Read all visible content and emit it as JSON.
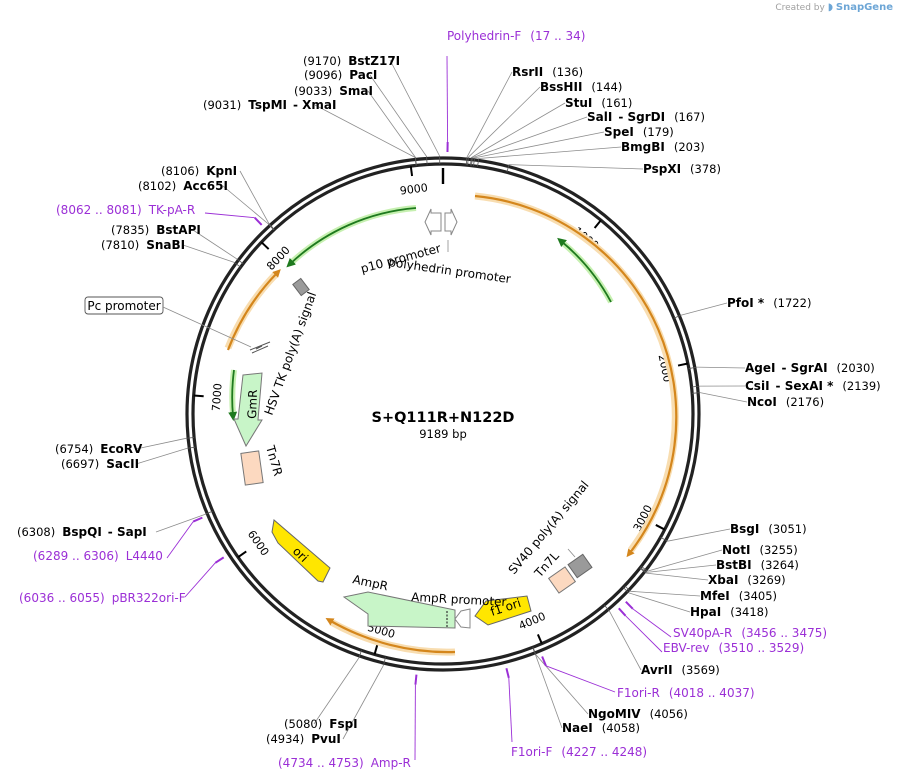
{
  "branding": {
    "prefix": "Created by",
    "logo": "SnapGene"
  },
  "map": {
    "title": "S+Q111R+N122D",
    "length_label": "9189 bp",
    "length": 9189,
    "colors": {
      "backbone": "#222222",
      "primer": "#9b2fd6",
      "orf_outline": "#f0c070",
      "orf_arrow": "#d4861c",
      "promoter": "#1e7a1e",
      "promoter_glow": "#c6f0b0",
      "ori": "#ffe600",
      "resistance": "#c8f5c8",
      "terminator": "#9a9a9a",
      "tn7": "#fcd9c0"
    },
    "ticks": [
      {
        "label": "1000",
        "pos": 1000
      },
      {
        "label": "2000",
        "pos": 2000
      },
      {
        "label": "3000",
        "pos": 3000
      },
      {
        "label": "4000",
        "pos": 4000
      },
      {
        "label": "5000",
        "pos": 5000
      },
      {
        "label": "6000",
        "pos": 6000
      },
      {
        "label": "7000",
        "pos": 7000
      },
      {
        "label": "8000",
        "pos": 8000
      },
      {
        "label": "9000",
        "pos": 9000
      }
    ],
    "sites": [
      {
        "name": "BstZ17I",
        "pos": "(9170)",
        "position": 9170
      },
      {
        "name": "PacI",
        "pos": "(9096)",
        "position": 9096
      },
      {
        "name": "SmaI",
        "pos": "(9033)",
        "position": 9033
      },
      {
        "name": "TspMI",
        "name2": "XmaI",
        "pos": "(9031)",
        "position": 9031
      },
      {
        "name": "RsrII",
        "pos": "(136)",
        "position": 136
      },
      {
        "name": "BssHII",
        "pos": "(144)",
        "position": 144
      },
      {
        "name": "StuI",
        "pos": "(161)",
        "position": 161
      },
      {
        "name": "SalI",
        "name2": "SgrDI",
        "pos": "(167)",
        "position": 167
      },
      {
        "name": "SpeI",
        "pos": "(179)",
        "position": 179
      },
      {
        "name": "BmgBI",
        "pos": "(203)",
        "position": 203
      },
      {
        "name": "PspXI",
        "pos": "(378)",
        "position": 378
      },
      {
        "name": "KpnI",
        "pos": "(8106)",
        "position": 8106
      },
      {
        "name": "Acc65I",
        "pos": "(8102)",
        "position": 8102
      },
      {
        "name": "BstAPI",
        "pos": "(7835)",
        "position": 7835
      },
      {
        "name": "SnaBI",
        "pos": "(7810)",
        "position": 7810
      },
      {
        "name": "PfoI *",
        "pos": "(1722)",
        "position": 1722
      },
      {
        "name": "AgeI",
        "name2": "SgrAI",
        "pos": "(2030)",
        "position": 2030
      },
      {
        "name": "CsiI",
        "name2": "SexAI *",
        "pos": "(2139)",
        "position": 2139
      },
      {
        "name": "NcoI",
        "pos": "(2176)",
        "position": 2176
      },
      {
        "name": "EcoRV",
        "pos": "(6754)",
        "position": 6754
      },
      {
        "name": "SacII",
        "pos": "(6697)",
        "position": 6697
      },
      {
        "name": "BspQI",
        "name2": "SapI",
        "pos": "(6308)",
        "position": 6308
      },
      {
        "name": "BsgI",
        "pos": "(3051)",
        "position": 3051
      },
      {
        "name": "NotI",
        "pos": "(3255)",
        "position": 3255
      },
      {
        "name": "BstBI",
        "pos": "(3264)",
        "position": 3264
      },
      {
        "name": "XbaI",
        "pos": "(3269)",
        "position": 3269
      },
      {
        "name": "MfeI",
        "pos": "(3405)",
        "position": 3405
      },
      {
        "name": "HpaI",
        "pos": "(3418)",
        "position": 3418
      },
      {
        "name": "AvrII",
        "pos": "(3569)",
        "position": 3569
      },
      {
        "name": "NgoMIV",
        "pos": "(4056)",
        "position": 4056
      },
      {
        "name": "NaeI",
        "pos": "(4058)",
        "position": 4058
      },
      {
        "name": "FspI",
        "pos": "(5080)",
        "position": 5080
      },
      {
        "name": "PvuI",
        "pos": "(4934)",
        "position": 4934
      }
    ],
    "primers": [
      {
        "name": "Polyhedrin-F",
        "range": "(17 .. 34)",
        "position": 25
      },
      {
        "name": "TK-pA-R",
        "range": "(8062 .. 8081)",
        "position": 8071
      },
      {
        "name": "L4440",
        "range": "(6289 .. 6306)",
        "position": 6297
      },
      {
        "name": "pBR322ori-F",
        "range": "(6036 .. 6055)",
        "position": 6045
      },
      {
        "name": "SV40pA-R",
        "range": "(3456 .. 3475)",
        "position": 3465
      },
      {
        "name": "EBV-rev",
        "range": "(3510 .. 3529)",
        "position": 3519
      },
      {
        "name": "F1ori-R",
        "range": "(4018 .. 4037)",
        "position": 4027
      },
      {
        "name": "F1ori-F",
        "range": "(4227 .. 4248)",
        "position": 4237
      },
      {
        "name": "Amp-R",
        "range": "(4734 .. 4753)",
        "position": 4743
      }
    ],
    "features": {
      "p10_promoter": "p10 promoter",
      "polyhedrin_promoter": "polyhedrin promoter",
      "hsv_tk_polya": "HSV TK poly(A) signal",
      "pc_promoter": "Pc promoter",
      "gmr": "GmR",
      "tn7r": "Tn7R",
      "ori": "ori",
      "ampr": "AmpR",
      "ampr_promoter": "AmpR promoter",
      "f1_ori": "f1 ori",
      "sv40_polya": "SV40 poly(A) signal",
      "tn7l": "Tn7L"
    }
  }
}
